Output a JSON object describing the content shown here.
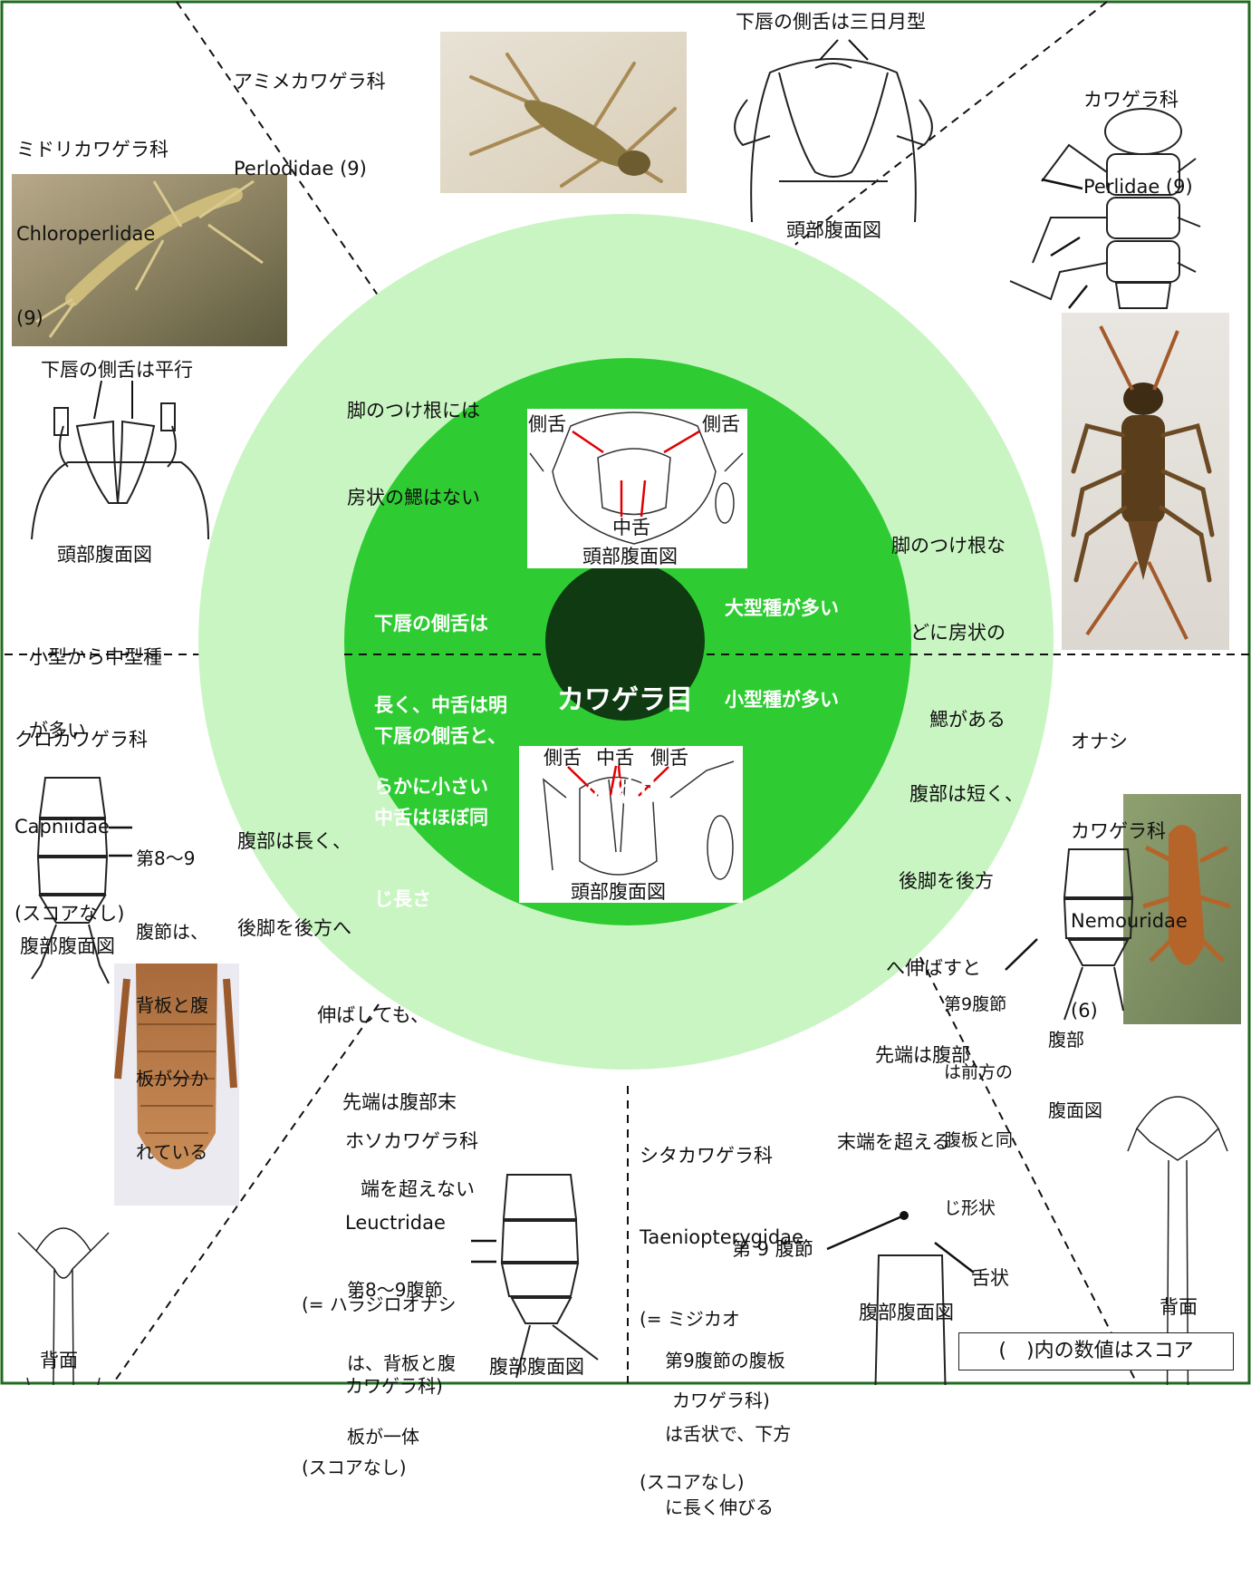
{
  "center": {
    "title_line1": "カワゲラ目",
    "title_line2": "の幼虫"
  },
  "inner": {
    "top_left": [
      "下唇の側舌は",
      "長く、中舌は明",
      "らかに小さい"
    ],
    "bottom_left": [
      "下唇の側舌と、",
      "中舌はほぼ同",
      "じ長さ"
    ],
    "top_right": "大型種が多い",
    "bottom_right": "小型種が多い",
    "top_fig": {
      "lateral_left": "側舌",
      "lateral_right": "側舌",
      "median": "中舌",
      "caption": "頭部腹面図"
    },
    "bottom_fig": {
      "lateral_left": "側舌",
      "median": "中舌",
      "lateral_right": "側舌",
      "caption": "頭部腹面図"
    }
  },
  "outer_ring": {
    "top_left": [
      "脚のつけ根には",
      "房状の鰓はない"
    ],
    "top_right": [
      "脚のつけ根な",
      "どに房状の",
      "鰓がある"
    ],
    "bottom_left": [
      "腹部は長く、",
      "後脚を後方へ",
      "伸ばしても、",
      "先端は腹部末",
      "端を超えない"
    ],
    "bottom_right": [
      "腹部は短く、",
      "後脚を後方",
      "へ伸ばすと",
      "先端は腹部",
      "末端を超える"
    ]
  },
  "families": {
    "perlodidae": {
      "jp": "アミメカワゲラ科",
      "en": "Perlodidae (9)",
      "fig_label": "下唇の側舌は三日月型",
      "fig_caption": "頭部腹面図"
    },
    "chloroperlidae": {
      "jp": "ミドリカワゲラ科",
      "en": "Chloroperlidae",
      "score": "(9)",
      "fig_label": "下唇の側舌は平行",
      "fig_caption": "頭部腹面図",
      "note": [
        "小型から中型種",
        "が多い"
      ]
    },
    "perlidae": {
      "jp": "カワゲラ科",
      "en": "Perlidae (9)"
    },
    "nemouridae": {
      "jp1": "オナシ",
      "jp2": "カワゲラ科",
      "en": "Nemouridae",
      "score": "(6)",
      "note": [
        "第9腹節",
        "は前方の",
        "腹板と同",
        "じ形状"
      ],
      "fig_caption": [
        "腹部",
        "腹面図"
      ],
      "back_caption": "背面"
    },
    "capniidae": {
      "jp": "クロカワゲラ科",
      "en": "Capniidae",
      "score": "(スコアなし)",
      "note": [
        "第8～9",
        "腹節は、",
        "背板と腹",
        "板が分か",
        "れている"
      ],
      "fig_caption": "腹部腹面図",
      "back_caption": "背面"
    },
    "leuctridae": {
      "jp": "ホソカワゲラ科",
      "en": "Leuctridae",
      "alt1": "(= ハラジロオナシ",
      "alt2": "カワゲラ科)",
      "score": "(スコアなし)",
      "note": [
        "第8～9腹節",
        "は、背板と腹",
        "板が一体"
      ],
      "fig_caption": "腹部腹面図"
    },
    "taeniopterygidae": {
      "jp": "シタカワゲラ科",
      "en": "Taeniopterygidae",
      "alt1": "(= ミジカオ",
      "alt2": "カワゲラ科)",
      "score": "(スコアなし)",
      "seg_label": "第 9 腹節",
      "tongue_label": "舌状",
      "fig_caption": "腹部腹面図",
      "note": [
        "第9腹節の腹板",
        "は舌状で、下方",
        "に長く伸びる"
      ]
    }
  },
  "legend": "(　)内の数値はスコア"
}
